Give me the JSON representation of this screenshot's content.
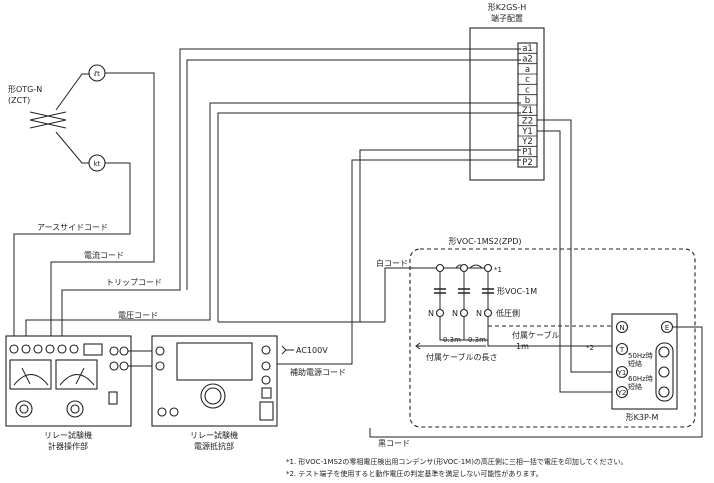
{
  "k2gs": {
    "title": "形K2GS-H",
    "subtitle": "端子配置",
    "terminals": [
      "a1",
      "a2",
      "a",
      "c",
      "c",
      "b",
      "Z1",
      "Z2",
      "Y1",
      "Y2",
      "P1",
      "P2"
    ]
  },
  "otg": {
    "name": "形OTG-N",
    "sub": "(ZCT)",
    "node_top": "ℓt",
    "node_bottom": "kt"
  },
  "cords": {
    "earth_side": "アースサイドコード",
    "current": "電流コード",
    "trip": "トリップコード",
    "voltage": "電圧コード",
    "aux_power": "補助電源コード",
    "white": "白コード",
    "black": "黒コード"
  },
  "ac": "AC100V",
  "relay_op": {
    "line1": "リレー試験機",
    "line2": "計器操作部"
  },
  "relay_res": {
    "line1": "リレー試験機",
    "line2": "電源抵抗部"
  },
  "voc": {
    "title": "形VOC-1MS2(ZPD)",
    "inner": "形VOC-1M",
    "mark1": "*1",
    "low_side": "低圧側",
    "n_labels": [
      "N",
      "N",
      "N"
    ],
    "dist1": "0.3m",
    "dist2": "0.3m",
    "cable_len_label": "付属ケーブルの長さ",
    "cable_attached": "付属ケーブル",
    "cable_len": "1m",
    "mark2": "*2"
  },
  "k3pm": {
    "name": "形K3P-M",
    "terminals": [
      "N",
      "T",
      "Y1",
      "Y2",
      "E"
    ],
    "short50_a": "50Hz時",
    "short50_b": "短絡",
    "short60_a": "60Hz時",
    "short60_b": "短絡"
  },
  "notes": [
    "*1. 形VOC-1MS2の零相電圧検出用コンデンサ(形VOC-1M)の高圧側に三相一括で電圧を印加してください。",
    "*2. テスト端子を使用すると動作電圧の判定基準を満足しない可能性があります。"
  ]
}
